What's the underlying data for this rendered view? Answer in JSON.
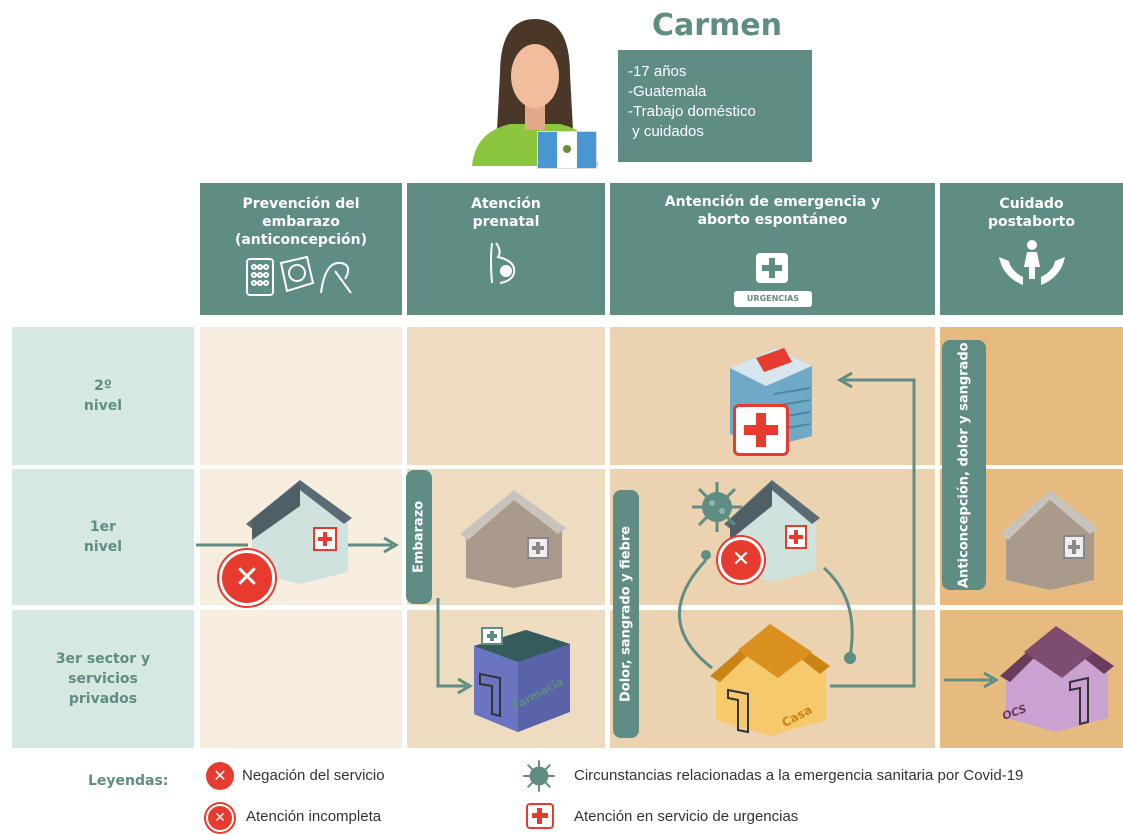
{
  "persona": {
    "name": "Carmen",
    "details": [
      "-17 años",
      "-Guatemala",
      "-Trabajo doméstico",
      " y cuidados"
    ]
  },
  "columns": [
    {
      "title": "Prevención del embarazo (anticoncepción)",
      "icon": "contraceptives-icon"
    },
    {
      "title": "Atención prenatal",
      "icon": "pregnant-belly-icon"
    },
    {
      "title": "Antención de emergencia y aborto espontáneo",
      "icon": "urgencias-icon",
      "badge": "URGENCIAS"
    },
    {
      "title": "Cuidado postaborto",
      "icon": "hands-woman-icon"
    }
  ],
  "levels": [
    {
      "label": "2º nivel"
    },
    {
      "label": "1er nivel"
    },
    {
      "label": "3er sector y servicios privados"
    }
  ],
  "flow_labels": {
    "embarazo": "Embarazo",
    "dolor": "Dolor, sangrado y fiebre",
    "anticoncepcion": "Anticoncepción, dolor y sangrado"
  },
  "place_labels": {
    "farmacia": "Farmacia",
    "casa": "Casa",
    "ocs": "OCS"
  },
  "legend": {
    "title": "Leyendas:",
    "items": [
      {
        "label": "Negación del servicio",
        "icon": "denial-icon"
      },
      {
        "label": "Atención incompleta",
        "icon": "incomplete-icon"
      },
      {
        "label": "Circunstancias relacionadas a la emergencia sanitaria por Covid-19",
        "icon": "virus-icon"
      },
      {
        "label": "Atención en servicio de urgencias",
        "icon": "emergency-cross-icon"
      }
    ]
  },
  "colors": {
    "teal": "#5f8c83",
    "mint": "#d5e9e2",
    "red": "#e63b2e"
  }
}
